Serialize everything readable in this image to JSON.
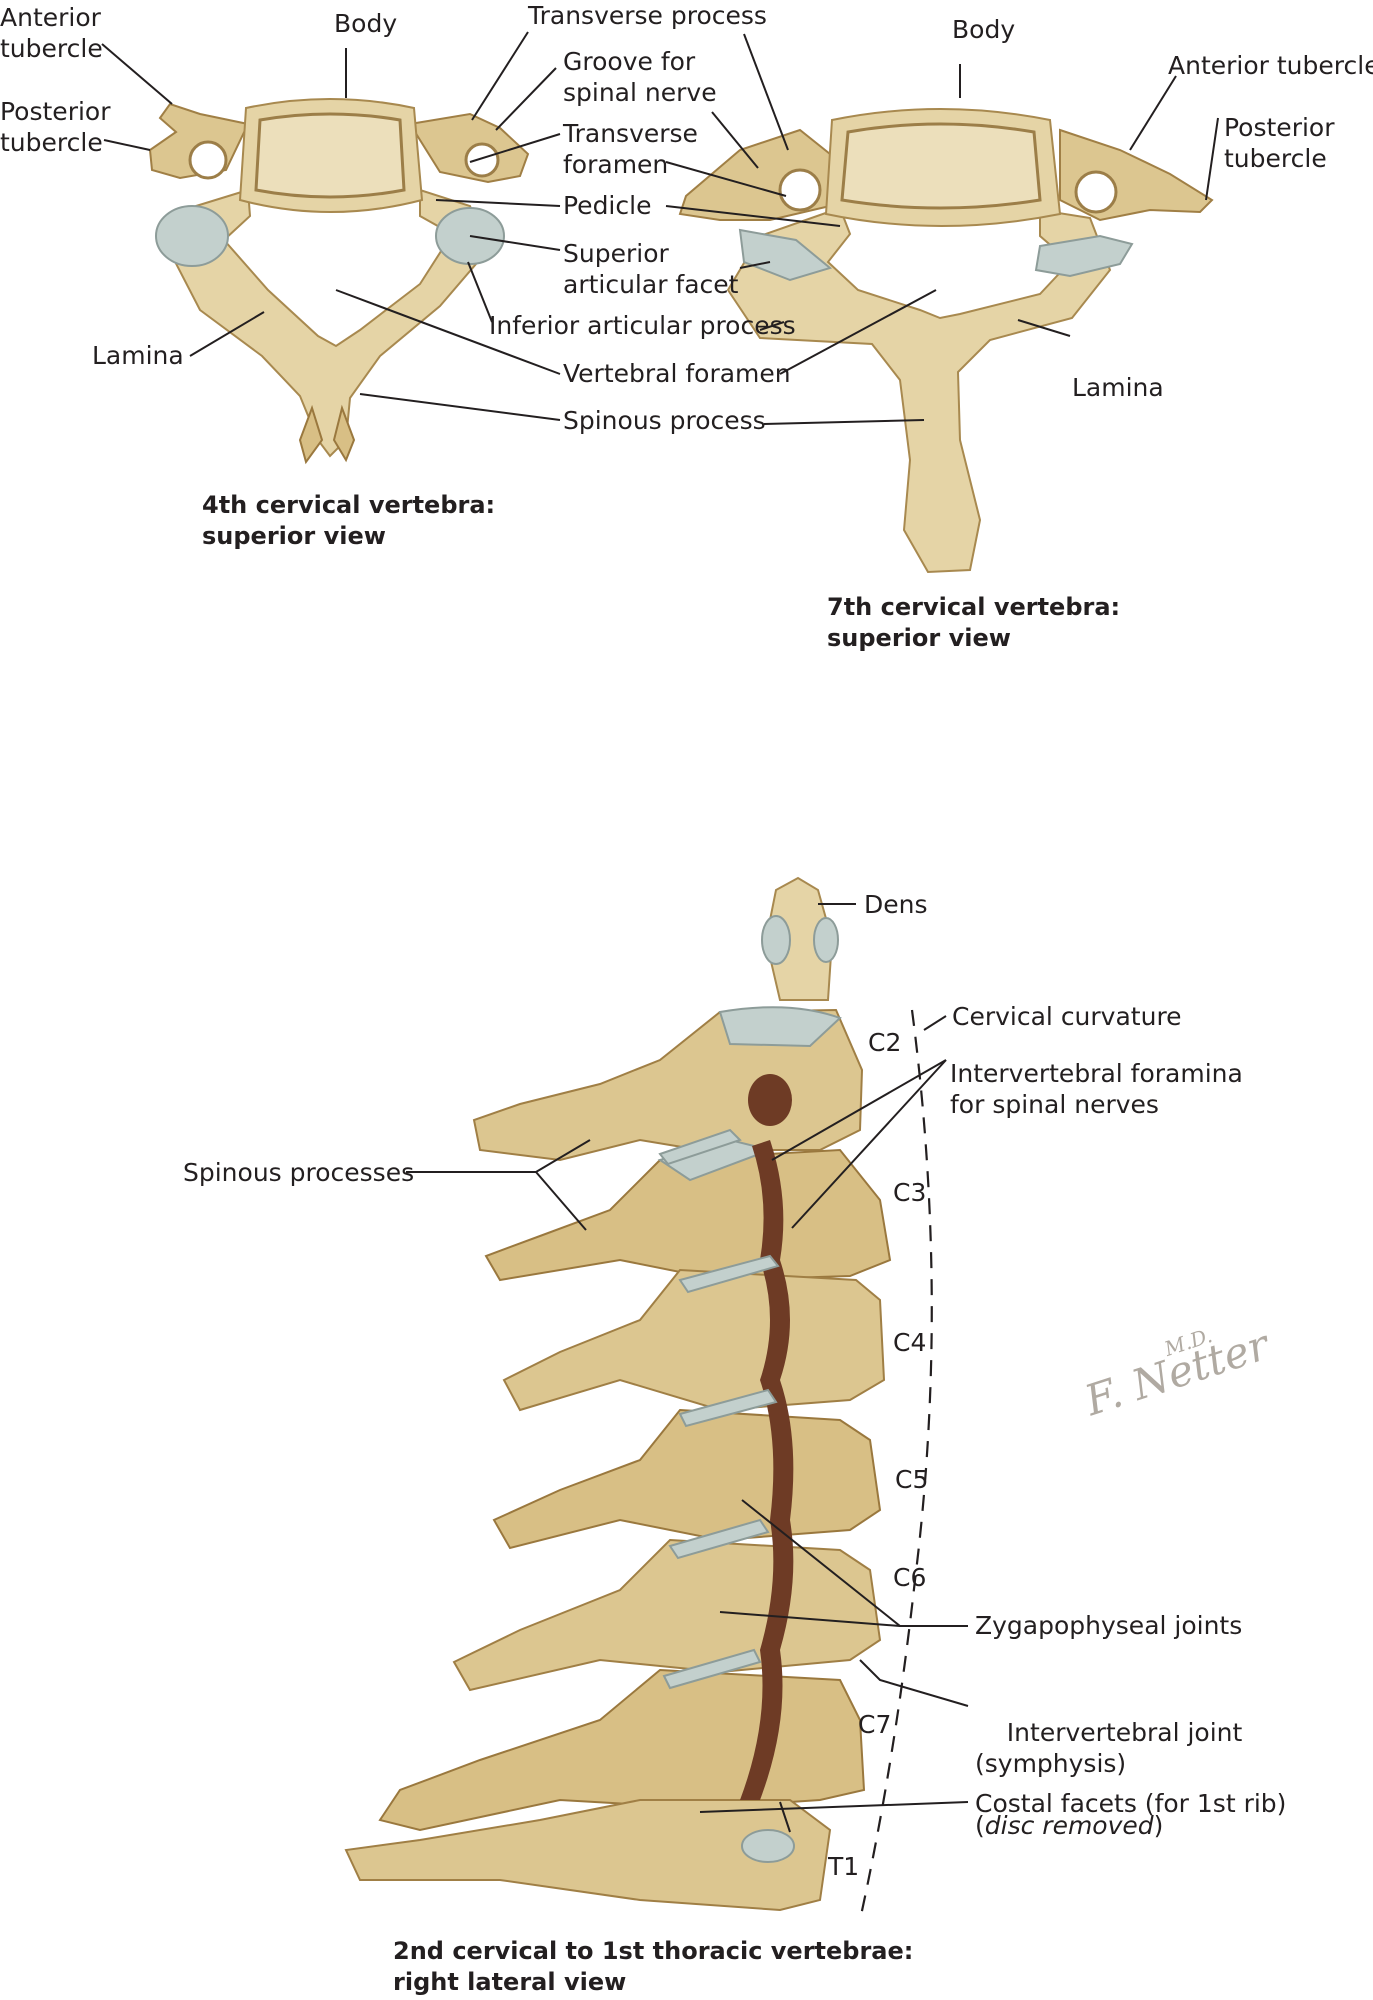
{
  "labels": {
    "c4_anterior_tubercle": "Anterior\ntubercle",
    "c4_posterior_tubercle": "Posterior\ntubercle",
    "c4_body": "Body",
    "transverse_process": "Transverse process",
    "groove_spinal_nerve": "Groove for\nspinal nerve",
    "transverse_foramen": "Transverse\nforamen",
    "pedicle": "Pedicle",
    "superior_articular_facet": "Superior\narticular facet",
    "inferior_articular_process": "Inferior articular process",
    "c4_lamina": "Lamina",
    "vertebral_foramen": "Vertebral foramen",
    "spinous_process": "Spinous process",
    "c7_body": "Body",
    "c7_anterior_tubercle": "Anterior tubercle",
    "c7_posterior_tubercle": "Posterior\ntubercle",
    "c7_lamina": "Lamina",
    "dens": "Dens",
    "cervical_curvature": "Cervical curvature",
    "intervertebral_foramina": "Intervertebral foramina\nfor spinal nerves",
    "spinous_processes": "Spinous processes",
    "zygapophyseal_joints": "Zygapophyseal joints",
    "intervertebral_joint": "Intervertebral joint\n(symphysis)",
    "disc_removed": "disc removed",
    "costal_facets": "Costal facets (for 1st rib)"
  },
  "levels": [
    "C2",
    "C3",
    "C4",
    "C5",
    "C6",
    "C7",
    "T1"
  ],
  "captions": {
    "c4": "4th cervical vertebra:\nsuperior view",
    "c7": "7th cervical vertebra:\nsuperior view",
    "lateral": "2nd cervical to 1st thoracic vertebrae:\nright lateral view"
  },
  "signature": "F. Netter",
  "signature_suffix": "M.D.",
  "colors": {
    "bone": "#e5d4a6",
    "facet": "#c3d0cd",
    "text": "#231f20"
  }
}
